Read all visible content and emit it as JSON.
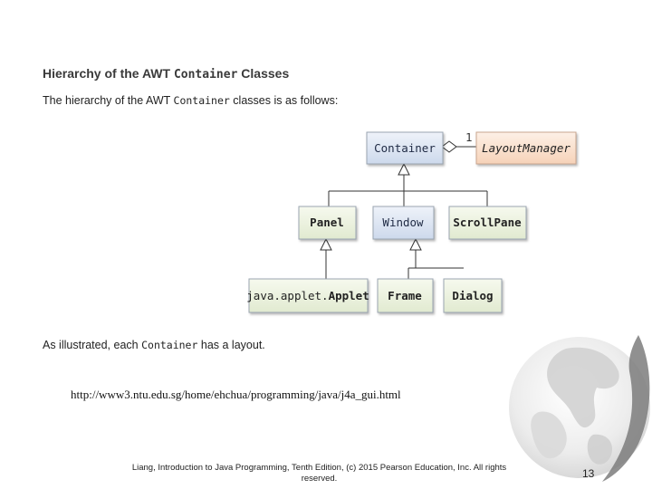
{
  "slide": {
    "heading_pre": "Hierarchy of the AWT ",
    "heading_code": "Container",
    "heading_post": " Classes",
    "intro_pre": "The hierarchy of the AWT ",
    "intro_code": "Container",
    "intro_post": " classes is as follows:",
    "summary_pre": "As illustrated, each ",
    "summary_code": "Container",
    "summary_post": " has a layout.",
    "url": "http://www3.ntu.edu.sg/home/ehchua/programming/java/j4a_gui.html",
    "footer": "Liang, Introduction to Java Programming, Tenth Edition, (c) 2015 Pearson Education, Inc. All rights reserved.",
    "page_number": "13"
  },
  "diagram": {
    "container": "Container",
    "layout_manager": "LayoutManager",
    "multiplicity": "1",
    "panel": "Panel",
    "window": "Window",
    "scroll_pane": "ScrollPane",
    "applet_pkg": "java.applet.",
    "applet_name": "Applet",
    "frame": "Frame",
    "dialog": "Dialog"
  },
  "colors": {
    "box_green": "#eef3e2",
    "box_blue": "#dfe7f3",
    "box_orange": "#fbe3d2",
    "border": "#9aa5b1"
  }
}
